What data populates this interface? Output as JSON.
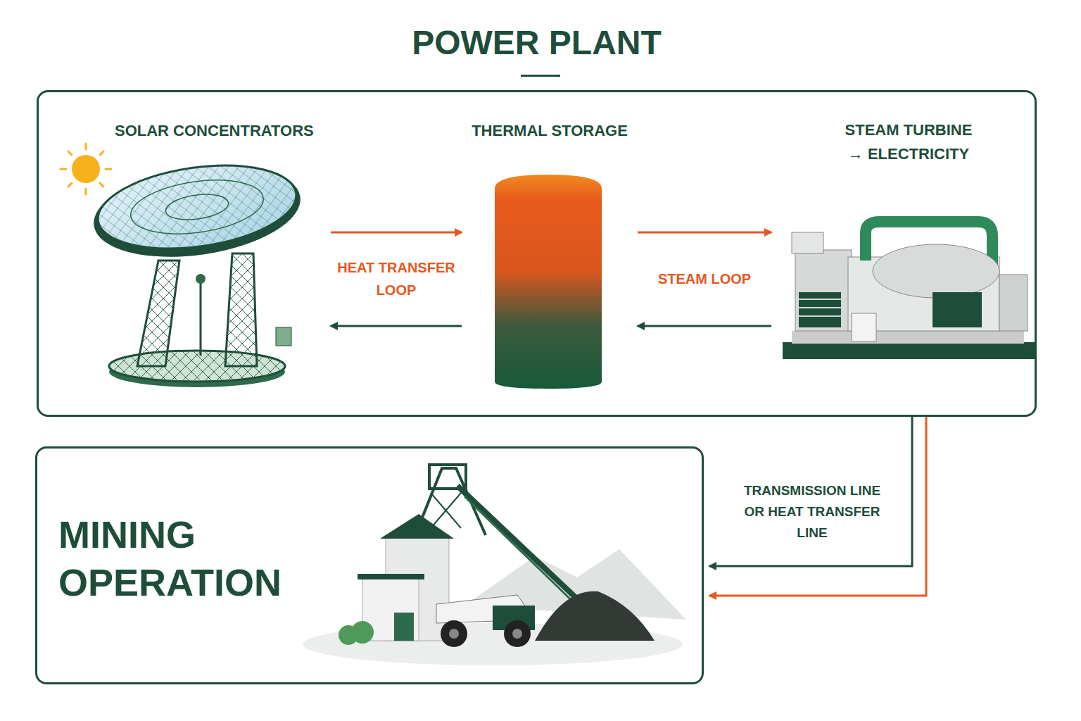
{
  "diagram": {
    "nodes": [
      {
        "text": [
          "POWER PLANT"
        ]
      },
      {
        "text": [
          "SOLAR CONCENTRATORS"
        ],
        "in": 0
      },
      {
        "text": [
          "THERMAL STORAGE"
        ],
        "in": 0
      },
      {
        "text": [
          "STEAM TURBINE → ELECTRICITY"
        ],
        "in": 0
      },
      {
        "text": [
          "MINING OPERATION"
        ]
      }
    ],
    "edges": [
      {
        "from": 1,
        "to": 2,
        "arrow": "to",
        "label": "HEAT TRANSFER LOOP"
      },
      {
        "from": 2,
        "to": 1,
        "arrow": "to"
      },
      {
        "from": 2,
        "to": 3,
        "arrow": "to",
        "label": "STEAM LOOP"
      },
      {
        "from": 3,
        "to": 2,
        "arrow": "to"
      },
      {
        "from": 0,
        "to": 4,
        "arrow": "to",
        "label": "TRANSMISSION LINE OR HEAT TRANSFER LINE"
      },
      {
        "from": 0,
        "to": 4,
        "arrow": "to"
      }
    ]
  }
}
